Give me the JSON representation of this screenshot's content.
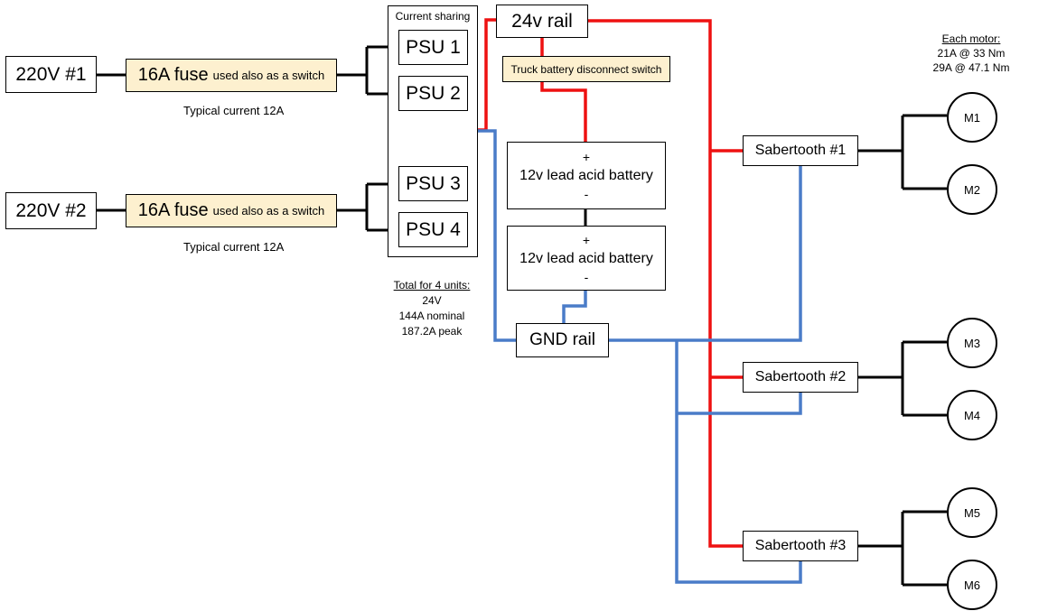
{
  "sources": [
    {
      "label": "220V #1",
      "fuse": "16A fuse",
      "fuse_note": "used also as a switch",
      "current": "Typical current 12A"
    },
    {
      "label": "220V #2",
      "fuse": "16A fuse",
      "fuse_note": "used also as a switch",
      "current": "Typical current 12A"
    }
  ],
  "psu_group": {
    "title": "Current sharing",
    "units": [
      "PSU 1",
      "PSU 2",
      "PSU 3",
      "PSU 4"
    ],
    "total_heading": "Total for 4 units:",
    "total_lines": [
      "24V",
      "144A nominal",
      "187.2A peak"
    ]
  },
  "rails": {
    "positive": "24v rail",
    "ground": "GND rail"
  },
  "disconnect_switch": "Truck battery disconnect  switch",
  "batteries": [
    {
      "plus": "+",
      "label": "12v lead acid battery",
      "minus": "-"
    },
    {
      "plus": "+",
      "label": "12v lead acid battery",
      "minus": "-"
    }
  ],
  "controllers": [
    "Sabertooth #1",
    "Sabertooth #2",
    "Sabertooth #3"
  ],
  "motors": [
    "M1",
    "M2",
    "M3",
    "M4",
    "M5",
    "M6"
  ],
  "motor_spec": {
    "heading": "Each motor:",
    "lines": [
      "21A @ 33 Nm",
      "29A @ 47.1 Nm"
    ]
  },
  "colors": {
    "positive_wire": "#ee1111",
    "ground_wire": "#4a7cc8",
    "ac_wire": "#000000",
    "fuse_fill": "#fdf0cf"
  }
}
